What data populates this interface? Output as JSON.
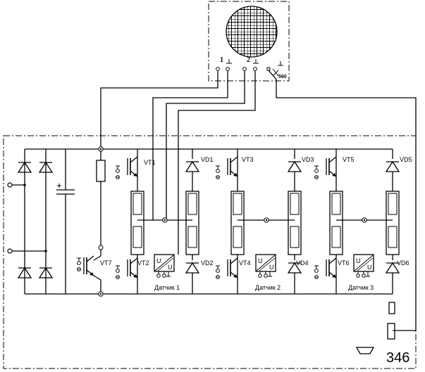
{
  "transistors": {
    "vt1": "VT1",
    "vt2": "VT2",
    "vt3": "VT3",
    "vt4": "VT4",
    "vt5": "VT5",
    "vt6": "VT6",
    "vt7": "VT7"
  },
  "diodes": {
    "vd1": "VD1",
    "vd2": "VD2",
    "vd3": "VD3",
    "vd4": "VD4",
    "vd5": "VD5",
    "vd6": "VD6"
  },
  "sensors": {
    "s1": "Датчик 1",
    "s2": "Датчик 2",
    "s3": "Датчик 3",
    "u": "U"
  },
  "display": {
    "pin1": "1",
    "pin2": "2",
    "code": "560"
  },
  "figure_number": "346"
}
